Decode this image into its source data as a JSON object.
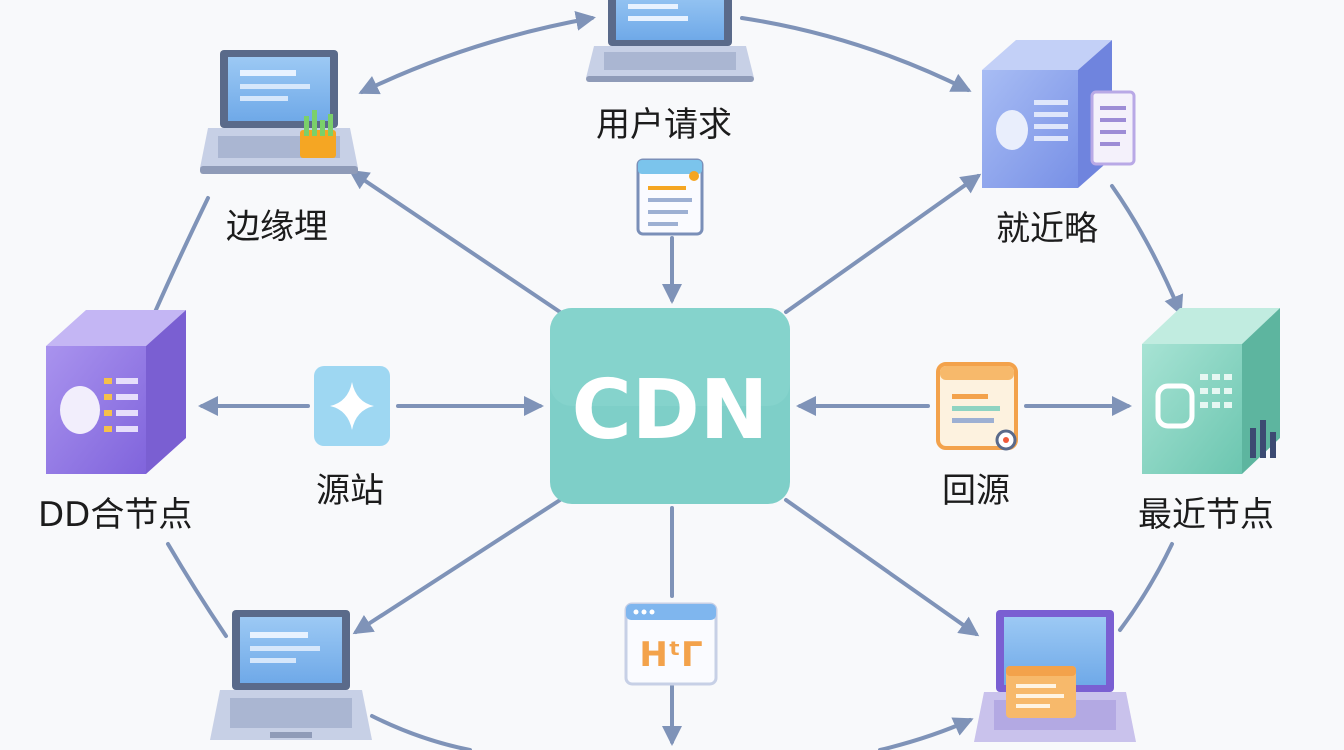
{
  "center": {
    "label": "CDN",
    "color": "#7ecfc8"
  },
  "labels": {
    "user_request": "用户请求",
    "edge": "边缘埋",
    "nearest_route": "就近略",
    "combined_node": "DD合节点",
    "origin_site": "源站",
    "back_to_origin": "回源",
    "nearest_node": "最近节点",
    "html_doc": "HᵗΓ"
  },
  "icons": {
    "top_laptop": "laptop-icon",
    "top_left_laptop": "laptop-with-chart-icon",
    "right_top_server": "server-cube-icon",
    "left_server": "server-cube-icon",
    "right_server": "server-cube-icon",
    "bottom_left_laptop": "laptop-icon",
    "bottom_right_laptop": "laptop-icon",
    "request_doc": "document-icon",
    "origin_sparkle": "sparkle-icon",
    "origin_doc": "document-icon",
    "html_doc": "html-document-icon"
  },
  "colors": {
    "arrow": "#7f93b8",
    "laptop_frame": "#c7d0e6",
    "laptop_screen": "#7fb6ee",
    "server_purple": "#9d86e6",
    "server_blue": "#8ea6ee",
    "server_teal": "#8fd4c2",
    "sparkle_bg": "#9ed7f2",
    "origin_doc_border": "#f3a24b"
  }
}
